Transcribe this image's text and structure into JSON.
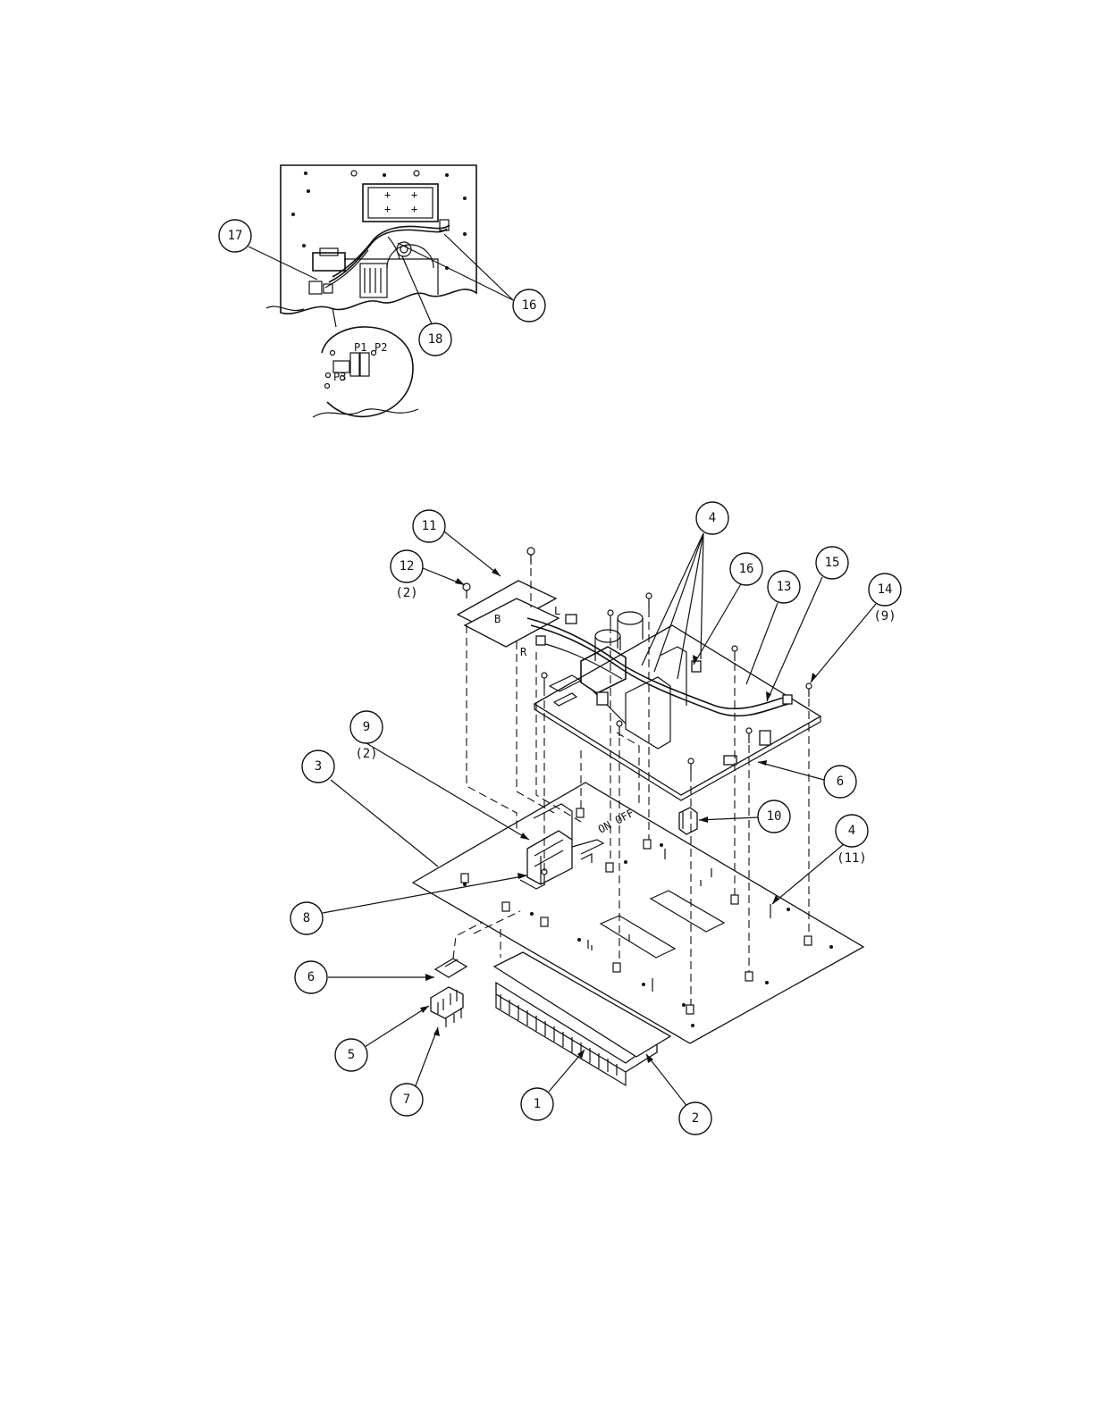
{
  "inset": {
    "callouts": {
      "c17": "17",
      "c16": "16",
      "c18": "18"
    },
    "board_labels": {
      "p1": "P1",
      "p2": "P2",
      "p3": "P3"
    }
  },
  "main": {
    "callouts": {
      "c11": "11",
      "c12": "12",
      "c4_top": "4",
      "c16": "16",
      "c15": "15",
      "c13": "13",
      "c14": "14",
      "c9": "9",
      "c3": "3",
      "c6_right": "6",
      "c10": "10",
      "c4_right": "4",
      "c8": "8",
      "c6_left": "6",
      "c5": "5",
      "c7": "7",
      "c1": "1",
      "c2": "2"
    },
    "quantities": {
      "q12": "(2)",
      "q14": "(9)",
      "q9": "(2)",
      "q4": "(11)"
    },
    "board_text": {
      "on_off": "ON OFF",
      "b": "B",
      "r": "R",
      "l": "L"
    }
  }
}
